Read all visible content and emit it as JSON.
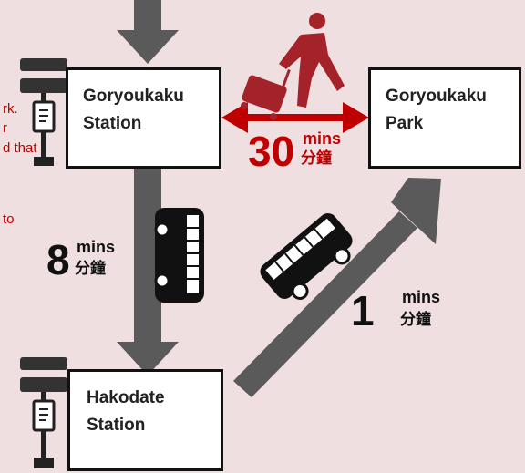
{
  "stations": {
    "goryoukaku_station": {
      "line1": "Goryoukaku",
      "line2": "Station"
    },
    "goryoukaku_park": {
      "line1": "Goryoukaku",
      "line2": "Park"
    },
    "hakodate_station": {
      "line1": "Hakodate",
      "line2": "Station"
    }
  },
  "walk": {
    "value": "30",
    "unit_en": "mins",
    "unit_zh": "分鐘"
  },
  "tram": {
    "value": "8",
    "unit_en": "mins",
    "unit_zh": "分鐘"
  },
  "bus": {
    "value": "1",
    "unit_en": "mins",
    "unit_zh": "分鐘"
  },
  "partial_text": {
    "line1": "rk.",
    "line2": "r",
    "line3": "d that",
    "line4": "to"
  },
  "colors": {
    "background": "#f0dfe0",
    "arrow_gray": "#5a5a5a",
    "accent_red": "#c00000",
    "walker_red": "#a4222a",
    "dark": "#111111"
  },
  "icons": [
    "bus-stop-sign-icon",
    "walking-traveler-icon",
    "tram-icon",
    "bus-icon"
  ]
}
